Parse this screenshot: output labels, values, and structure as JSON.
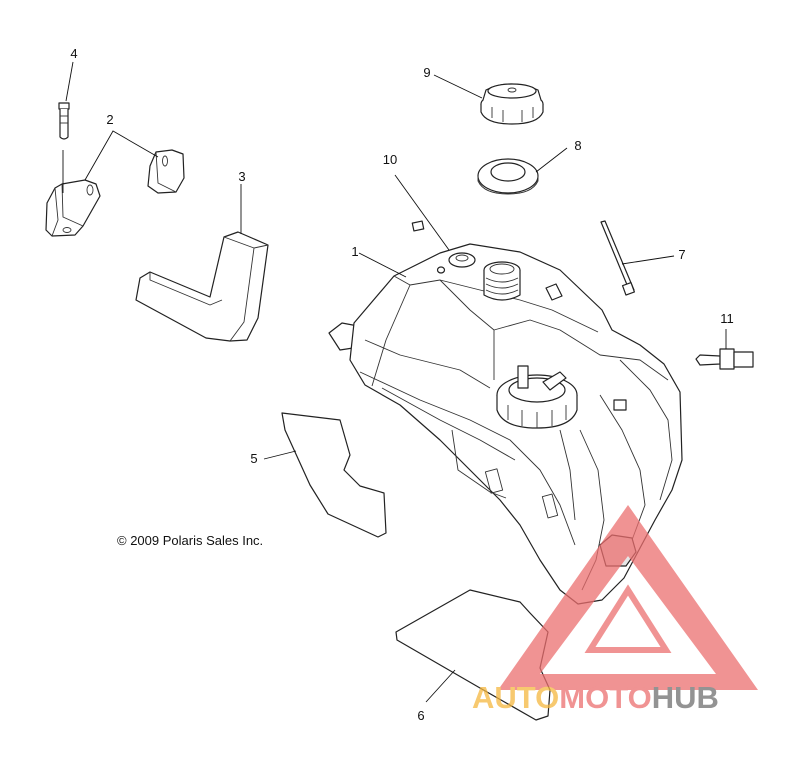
{
  "callouts": [
    "1",
    "2",
    "3",
    "4",
    "5",
    "6",
    "7",
    "8",
    "9",
    "10",
    "11"
  ],
  "copyright": "© 2009 Polaris Sales Inc.",
  "watermark": {
    "part1": "AUTO",
    "part2": "MOTO",
    "part3": "HUB",
    "colors": {
      "auto": "#f5b740",
      "moto": "#ec6f6f",
      "hub": "#6f6f6f",
      "triangle": "#ec6f6f"
    }
  }
}
